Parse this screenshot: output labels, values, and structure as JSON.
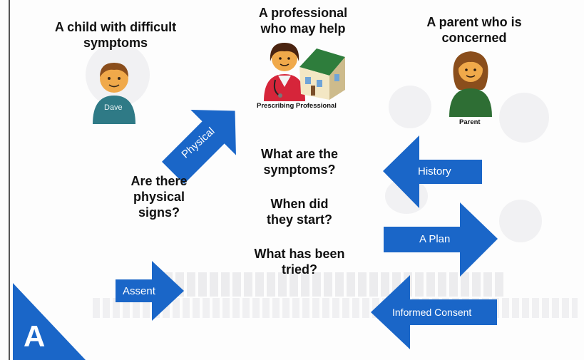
{
  "people": {
    "child": {
      "caption": "A child with difficult symptoms",
      "name_tag": "Dave"
    },
    "professional": {
      "caption": "A professional who may help",
      "name_tag": "Prescribing Professional"
    },
    "parent": {
      "caption": "A parent who is concerned",
      "name_tag": "Parent"
    }
  },
  "questions": {
    "physical_signs": "Are there physical signs?",
    "symptoms": "What are the symptoms?",
    "start": "When did they start?",
    "tried": "What has been tried?"
  },
  "arrows": {
    "physical": "Physical",
    "history": "History",
    "plan": "A Plan",
    "assent": "Assent",
    "consent": "Informed Consent"
  },
  "corner_badge": "A",
  "colors": {
    "arrow_blue": "#1a66c8",
    "text": "#111111"
  }
}
